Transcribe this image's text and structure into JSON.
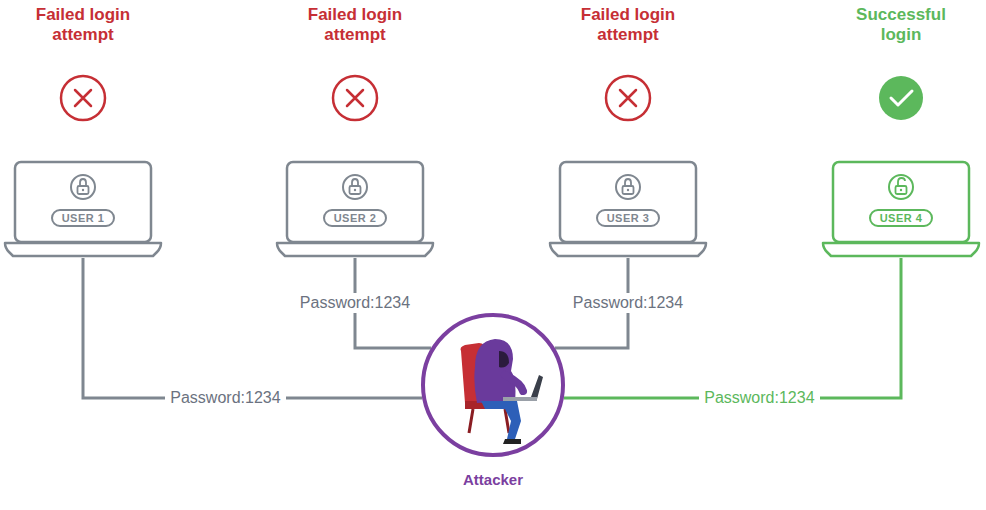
{
  "diagram": {
    "nodes": [
      {
        "text": [
          "Failed login attempt",
          "USER 1"
        ]
      },
      {
        "text": [
          "Failed login attempt",
          "USER 2"
        ]
      },
      {
        "text": [
          "Failed login attempt",
          "USER 3"
        ]
      },
      {
        "text": [
          "Successful login",
          "USER 4"
        ]
      },
      {
        "text": [
          "Attacker"
        ]
      }
    ],
    "edges": [
      {
        "from": 0,
        "to": 4,
        "label": "Password:1234",
        "arrow": "none"
      },
      {
        "from": 1,
        "to": 4,
        "label": "Password:1234",
        "arrow": "none"
      },
      {
        "from": 2,
        "to": 4,
        "label": "Password:1234",
        "arrow": "none"
      },
      {
        "from": 3,
        "to": 4,
        "label": "Password:1234",
        "arrow": "none"
      }
    ]
  }
}
